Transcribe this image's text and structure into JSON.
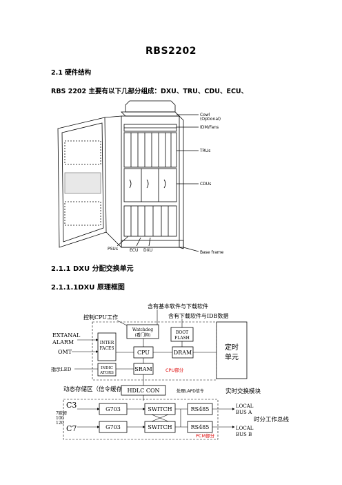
{
  "doc": {
    "title": "RBS2202",
    "section_21": "2.1 硬件结构",
    "intro": "RBS 2202 主要有以下几部分组成：DXU、TRU、CDU、ECU、",
    "section_211": "2.1.1 DXU  分配交换单元",
    "section_2111": "2.1.1.1DXU 原理框图"
  },
  "cabinet": {
    "labels": {
      "cowl": "Cowl",
      "optional": "(Optional)",
      "idm": "IDM/Fans",
      "trus": "TRUs",
      "cdus": "CDUs",
      "psus": "PSUs",
      "ecu": "ECU",
      "dxu": "DXU",
      "base": "Base frame"
    }
  },
  "block": {
    "top_note1": "含有基本软件与下载软件",
    "top_note2": "含有下载软件与IDB数据",
    "control_cpu": "控制CPU工作",
    "extanal": "EXTANAL",
    "alarm": "ALARM",
    "omt": "OMT",
    "led": "指示LED",
    "inter1": "INTER",
    "inter2": "FACES",
    "indic1": "INDIC",
    "indic2": "ATORS",
    "wd1": "Watchdog",
    "wd2": "(看门狗)",
    "boot1": "BOOT",
    "boot2": "FLASH",
    "cpu": "CPU",
    "dram": "DRAM",
    "sram": "SRAM",
    "cpu_part": "CPU部分",
    "timing1": "定时",
    "timing2": "单元",
    "dyn_store": "动态存储区（信令缓存）",
    "hdlc": "HDLC CON",
    "lapd": "处理LAPD信令",
    "realtime": "实时交换模块",
    "c3": "C3",
    "c7": "C7",
    "ohm1": "7欧姆",
    "ohm2": "100",
    "ohm3": "120",
    "g703a": "G703",
    "g703b": "G703",
    "switch1": "SWITCH",
    "switch2": "SWITCH",
    "rs485a": "RS485",
    "rs485b": "RS485",
    "pcm_part": "PCM部分",
    "local_a1": "LOCAL",
    "local_a2": "BUS  A",
    "tdm_bus": "时分工作总线",
    "local_b1": "LOCAL",
    "local_b2": "BUS  B"
  }
}
